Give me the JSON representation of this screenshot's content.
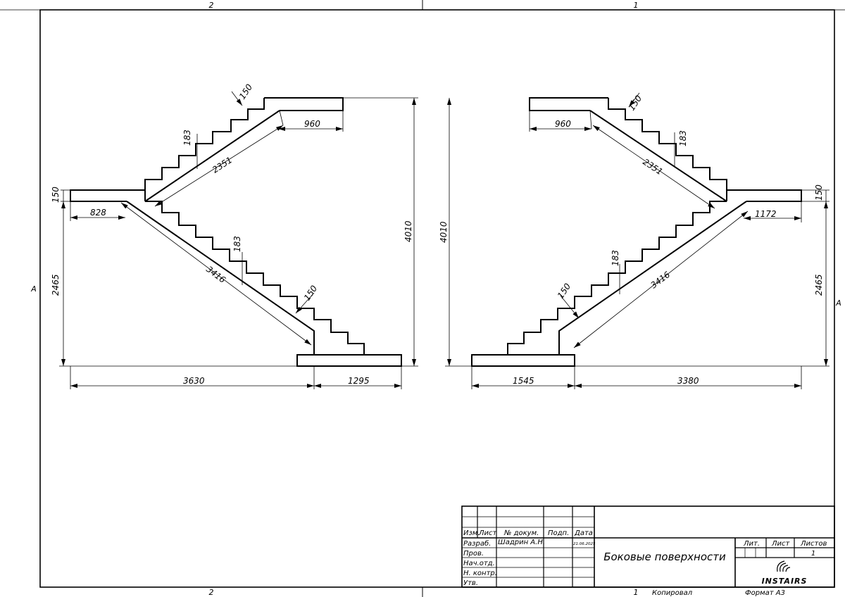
{
  "zones": {
    "top_left": "2",
    "top_right": "1",
    "bottom_left": "2",
    "bottom_right": "1",
    "side_left": "A",
    "side_right": "A"
  },
  "left_view": {
    "dims": {
      "tread_top": "150",
      "riser_top": "183",
      "flight_top": "2351",
      "landing_top": "960",
      "slab": "150",
      "offset": "828",
      "height_mid": "2465",
      "riser_bottom": "183",
      "flight_bottom": "3416",
      "tread_bottom": "150",
      "height_total": "4010",
      "length_main": "3630",
      "length_extra": "1295"
    }
  },
  "right_view": {
    "dims": {
      "tread_top": "150",
      "landing_top": "960",
      "riser_top": "183",
      "flight_top": "2351",
      "slab": "150",
      "offset": "1172",
      "height_mid": "2465",
      "riser_bottom": "183",
      "flight_bottom": "3416",
      "tread_bottom": "150",
      "height_total": "4010",
      "length_main": "3380",
      "length_extra": "1545"
    }
  },
  "title_block": {
    "col_izm": "Изм.",
    "col_list": "Лист",
    "col_doc": "№ докум.",
    "col_sign": "Подп.",
    "col_date": "Дата",
    "row_dev": "Разраб.",
    "dev_name": "Шадрин А.Н.",
    "dev_date": "21.06.2025",
    "row_check": "Пров.",
    "row_head": "Нач.отд.",
    "row_norm": "Н. контр.",
    "row_appr": "Утв.",
    "title": "Боковые поверхности",
    "hdr_lit": "Лит.",
    "hdr_sheet": "Лист",
    "hdr_sheets": "Листов",
    "sheets_value": "1",
    "company": "INSTAIRS"
  },
  "footer": {
    "copied": "Копировал",
    "format": "Формат А3"
  }
}
